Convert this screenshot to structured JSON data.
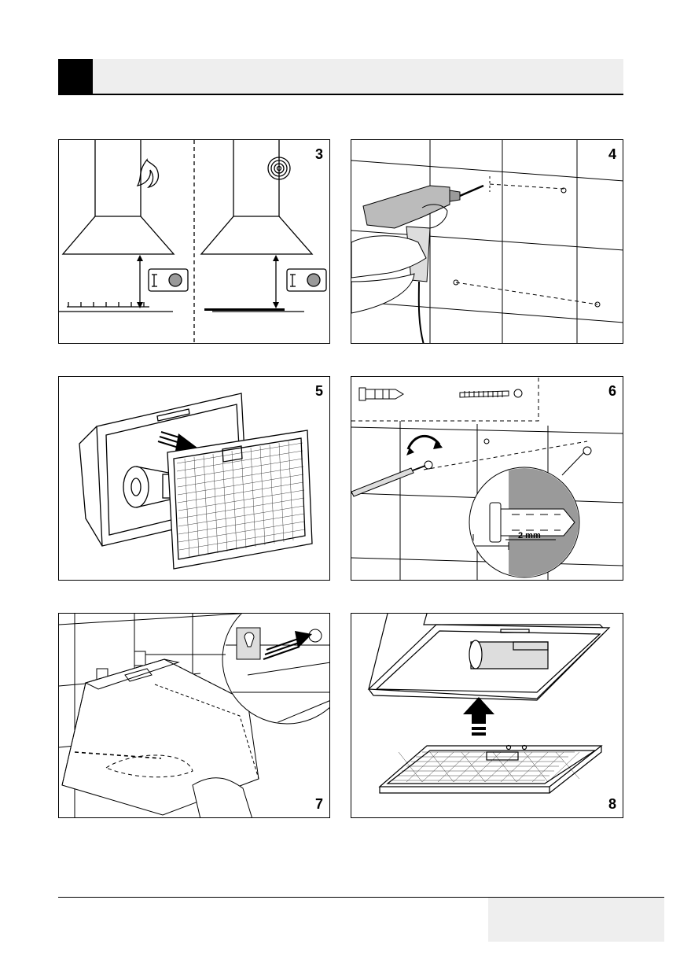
{
  "figures": [
    {
      "id": "fig-3",
      "number": "3"
    },
    {
      "id": "fig-4",
      "number": "4"
    },
    {
      "id": "fig-5",
      "number": "5"
    },
    {
      "id": "fig-6",
      "number": "6",
      "callout": "2 mm"
    },
    {
      "id": "fig-7",
      "number": "7"
    },
    {
      "id": "fig-8",
      "number": "8"
    }
  ],
  "colors": {
    "header_bg": "#eeeeee",
    "panel_border": "#000000",
    "accent_gray": "#9a9a9a"
  }
}
